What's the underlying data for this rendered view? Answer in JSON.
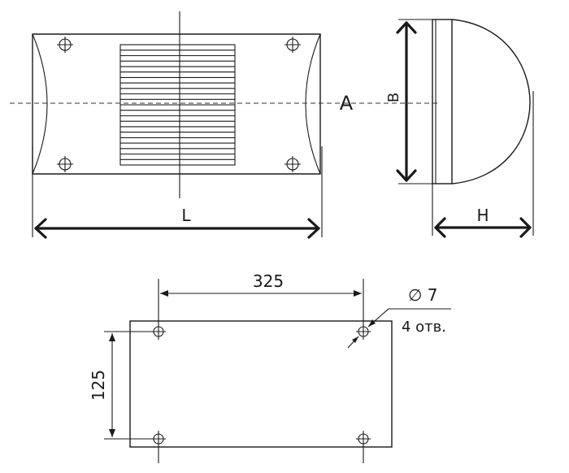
{
  "diagram": {
    "front_view": {
      "width_label": "L",
      "axis_label": "A"
    },
    "side_view": {
      "height_label": "B",
      "depth_label": "H"
    },
    "mounting_plan": {
      "horizontal_dim": "325",
      "vertical_dim": "125",
      "hole_diameter": "∅ 7",
      "hole_count": "4 отв."
    }
  }
}
